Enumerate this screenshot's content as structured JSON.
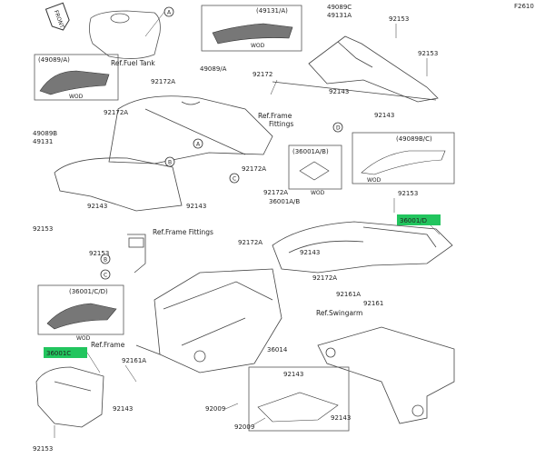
{
  "diagram": {
    "page_code": "F2610",
    "front_tag": "FRONT",
    "refs": {
      "fuel_tank": "Ref.Fuel Tank",
      "frame_fittings_1": "Ref.Frame",
      "frame_fittings_1b": "Fittings",
      "frame_fittings_2": "Ref.Frame Fittings",
      "swingarm": "Ref.Swingarm",
      "frame": "Ref.Frame"
    },
    "boxes": {
      "b49131a": "(49131/A)",
      "b49089a": "(49089/A)",
      "b36001ab": "(36001A/B)",
      "b49089bc": "(49089B/C)",
      "b36001cd": "(36001/C/D)"
    },
    "wod": "WOD",
    "callouts": [
      "A",
      "B",
      "C",
      "D"
    ],
    "parts": {
      "p49089a": "49089/A",
      "p49089b": "49089B",
      "p49131": "49131",
      "p49089c": "49089C",
      "p49131a": "49131A",
      "p92153_a": "92153",
      "p92153_b": "92153",
      "p92153_c": "92153",
      "p92153_d": "92153",
      "p92153_e": "92153",
      "p92153_f": "92153",
      "p92172_a": "92172",
      "p92172a_a": "92172A",
      "p92172a_b": "92172A",
      "p92172a_c": "92172A",
      "p92172a_d": "92172A",
      "p92172a_e": "92172A",
      "p92172a_f": "92172A",
      "p92143_a": "92143",
      "p92143_b": "92143",
      "p92143_c": "92143",
      "p92143_d": "92143",
      "p92143_e": "92143",
      "p92143_f": "92143",
      "p92143_g": "92143",
      "p92143_h": "92143",
      "p36001ab": "36001A/B",
      "p36001d": "36001/D",
      "p36001c": "36001C",
      "p92161a": "92161A",
      "p92161": "92161",
      "p92161a_b": "92161A",
      "p36014": "36014",
      "p92009_a": "92009",
      "p92009_b": "92009"
    },
    "highlight_color": "#22c55e",
    "line_color": "#333333"
  }
}
